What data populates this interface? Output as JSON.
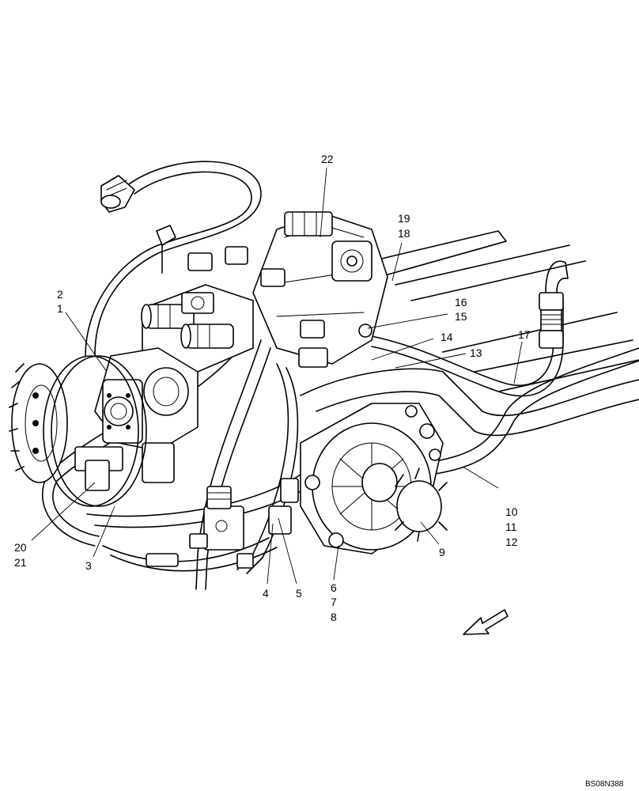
{
  "diagram": {
    "callouts": {
      "c2": "2",
      "c1": "1",
      "c22": "22",
      "c19": "19",
      "c18": "18",
      "c16": "16",
      "c15": "15",
      "c17": "17",
      "c14": "14",
      "c13": "13",
      "c10": "10",
      "c11": "11",
      "c12": "12",
      "c9": "9",
      "c6": "6",
      "c7": "7",
      "c8": "8",
      "c5": "5",
      "c4": "4",
      "c3": "3",
      "c20": "20",
      "c21": "21"
    },
    "drawing_id": "BS08N388"
  }
}
